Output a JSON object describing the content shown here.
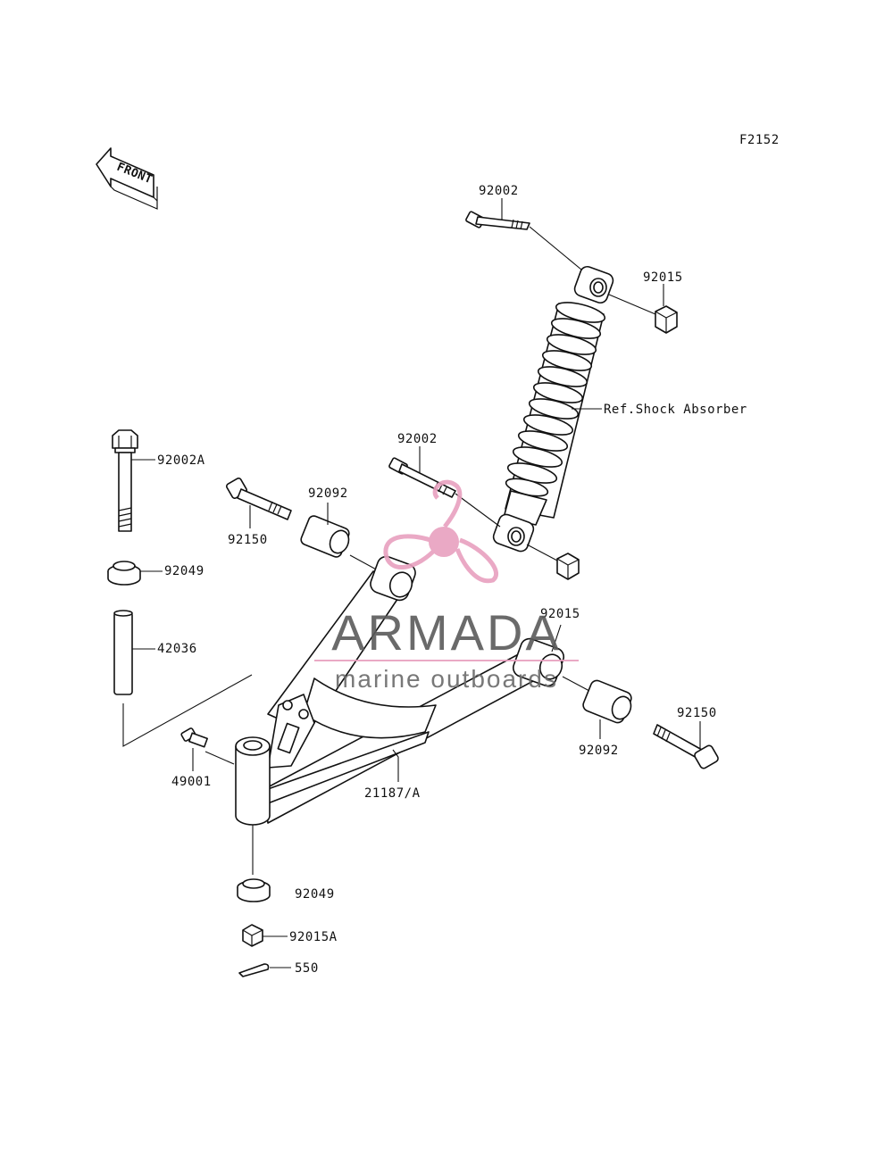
{
  "figure_code": "F2152",
  "front_arrow_label": "FRONT",
  "reference_label": "Ref.Shock Absorber",
  "watermark": {
    "brand": "ARMADA",
    "tagline": "marine outboards",
    "brand_color": "#5a5a5a",
    "accent_color": "#e8a0bf"
  },
  "callouts": {
    "bolt_92002_top": "92002",
    "nut_92015_top": "92015",
    "bolt_92002a": "92002A",
    "bolt_92002_mid": "92002",
    "bolt_92150_left": "92150",
    "bushing_92092_left": "92092",
    "washer_92049_top": "92049",
    "collar_42036": "42036",
    "nut_92015_mid": "92015",
    "grease_nipple_49001": "49001",
    "arm_21187a": "21187/A",
    "bushing_92092_right": "92092",
    "bolt_92150_right": "92150",
    "washer_92049_bottom": "92049",
    "nut_92015a": "92015A",
    "cotter_pin_550": "550"
  }
}
